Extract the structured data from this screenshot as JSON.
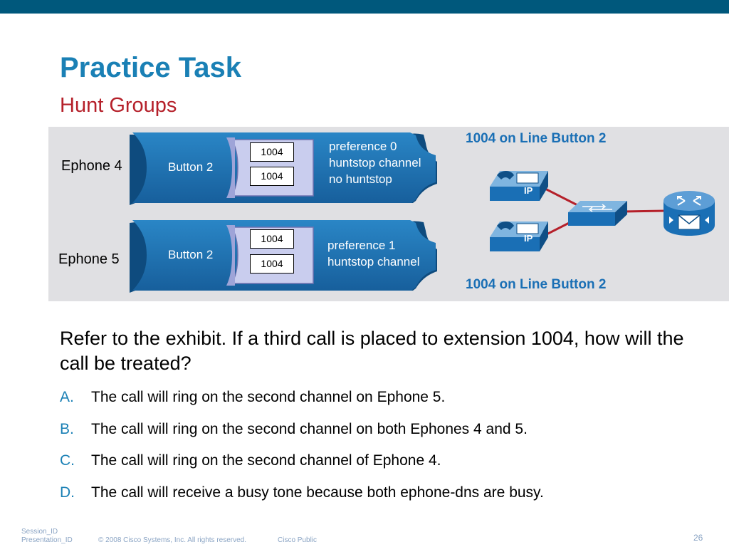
{
  "slide": {
    "title": "Practice Task",
    "subtitle": "Hunt Groups"
  },
  "exhibit": {
    "ephone4": {
      "name": "Ephone 4",
      "button": "Button 2",
      "dns": [
        "1004",
        "1004"
      ],
      "config": [
        "preference 0",
        "huntstop channel",
        "no huntstop"
      ]
    },
    "ephone5": {
      "name": "Ephone 5",
      "button": "Button 2",
      "dns": [
        "1004",
        "1004"
      ],
      "config": [
        "preference  1",
        "huntstop channel"
      ]
    },
    "caption_top": "1004 on Line Button 2",
    "caption_bottom": "1004 on Line Button 2",
    "phone_badge": "IP",
    "colors": {
      "panel": "#1a75b5",
      "card": "#c9cdee",
      "link": "#b5202a"
    },
    "icons": [
      "ip-phone-icon",
      "ip-phone-icon",
      "switch-icon",
      "router-icon"
    ]
  },
  "question": {
    "text": "Refer to the exhibit. If a third call is placed to extension 1004, how will the call be treated?",
    "options": [
      {
        "letter": "A.",
        "text": "The call will ring on the second channel on Ephone 5."
      },
      {
        "letter": "B.",
        "text": "The call will ring on the second channel on both Ephones 4 and 5."
      },
      {
        "letter": "C.",
        "text": "The call will ring on the second channel of Ephone 4."
      },
      {
        "letter": "D.",
        "text": "The call will receive a busy tone because both ephone-dns are busy."
      }
    ]
  },
  "footer": {
    "session": "Session_ID",
    "presentation": "Presentation_ID",
    "copyright": "© 2008 Cisco Systems, Inc. All rights reserved.",
    "classification": "Cisco Public",
    "page": "26"
  }
}
